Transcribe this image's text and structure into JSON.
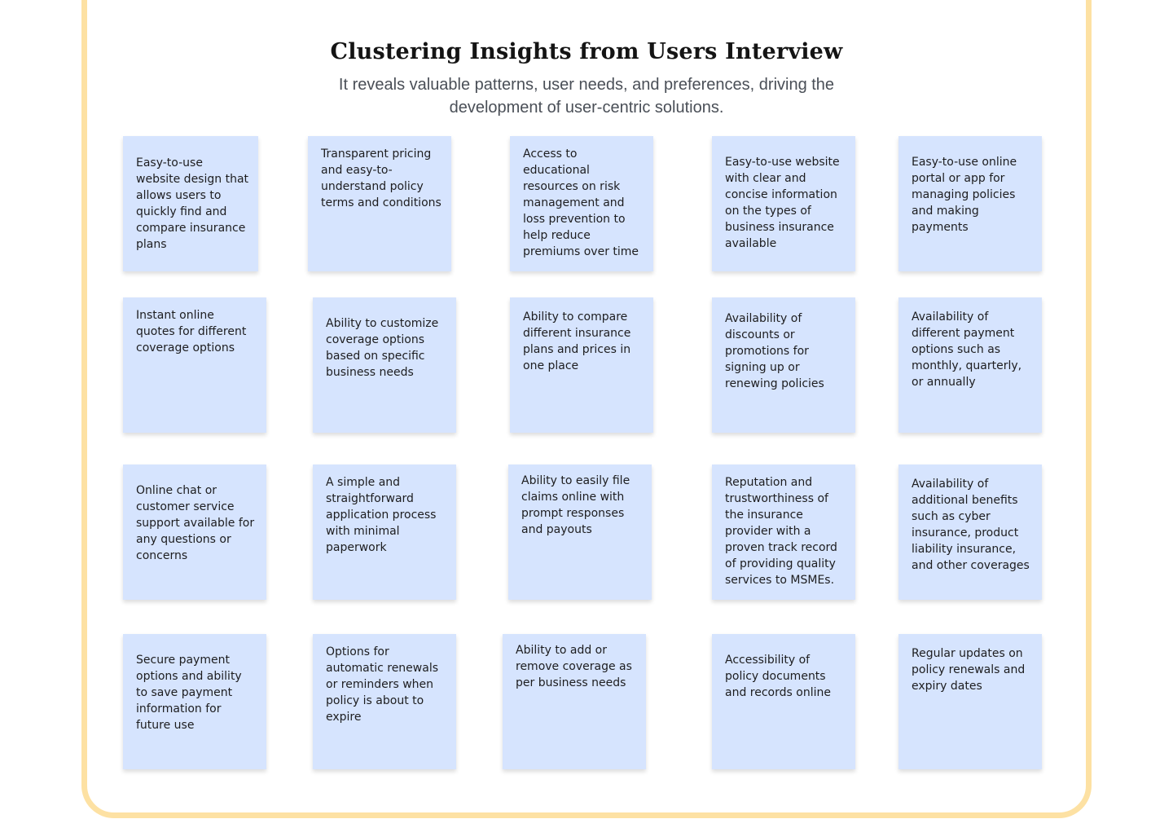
{
  "header": {
    "title": "Clustering Insights from Users Interview",
    "subtitle": "It reveals valuable patterns, user needs, and preferences, driving the development of user-centric solutions."
  },
  "notes": [
    [
      "Easy-to-use website design that allows users to quickly find and compare insurance plans",
      "Transparent pricing and easy-to-understand policy terms and conditions",
      "Access to educational resources on risk management and loss prevention to help reduce premiums over time",
      "Easy-to-use website with clear and concise information on the types of business insurance available",
      "Easy-to-use online portal or app for managing policies and making payments"
    ],
    [
      "Instant online quotes for different coverage options",
      "Ability to customize coverage options based on specific business needs",
      "Ability to compare different insurance plans and prices in one place",
      "Availability of discounts or promotions for signing up or renewing policies",
      "Availability of different payment options such as monthly, quarterly, or annually"
    ],
    [
      "Online chat or customer service support available for any questions or concerns",
      "A simple and straightforward application process with minimal paperwork",
      "Ability to easily file claims online with prompt responses and payouts",
      "Reputation and trustworthiness of the insurance provider with a proven track record of providing quality services to MSMEs.",
      "Availability of additional benefits such as cyber insurance, product liability insurance, and other coverages"
    ],
    [
      "Secure payment options and ability to save payment information for future use",
      "Options for automatic renewals or reminders when policy is about to expire",
      "Ability to add or remove coverage as per business needs",
      "Accessibility of policy documents and records online",
      "Regular updates on policy renewals and expiry dates"
    ]
  ],
  "colors": {
    "note_background": "#d6e4fe",
    "frame_border": "#fde1a3"
  }
}
